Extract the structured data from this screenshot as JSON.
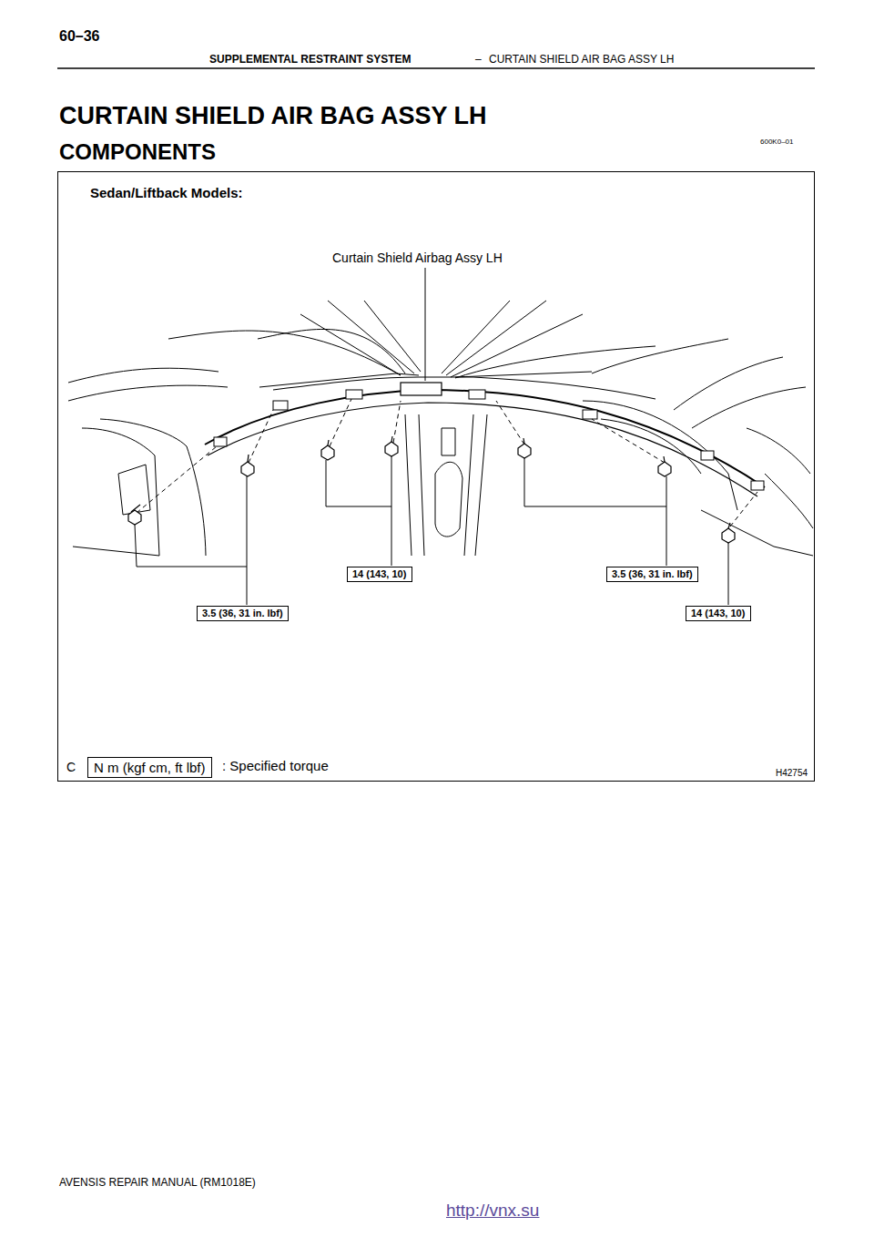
{
  "diagram": {
    "title": "CURTAIN SHIELD AIR BAG ASSY LH",
    "nodes": [
      {
        "text": [
          "Sedan/Liftback Models:"
        ]
      },
      {
        "text": [
          "14 (143, 10)"
        ],
        "in": 0
      },
      {
        "text": [
          "3.5 (36, 31 in. lbf)"
        ],
        "in": 0
      },
      {
        "text": [
          "3.5 (36, 31 in. lbf)"
        ],
        "in": 0
      },
      {
        "text": [
          "14 (143, 10)"
        ],
        "in": 0
      },
      {
        "text": [
          "N m (kgf cm, ft lbf)"
        ],
        "in": 0
      }
    ],
    "labels": [
      "60–36",
      "SUPPLEMENTAL RESTRAINT SYSTEM",
      "–",
      "CURTAIN SHIELD AIR BAG ASSY LH",
      "COMPONENTS",
      "600K0–01",
      "Curtain Shield Airbag Assy LH",
      "C",
      ": Specified torque",
      "H42754",
      "AVENSIS REPAIR MANUAL (RM1018E)",
      "http://vnx.su"
    ]
  }
}
